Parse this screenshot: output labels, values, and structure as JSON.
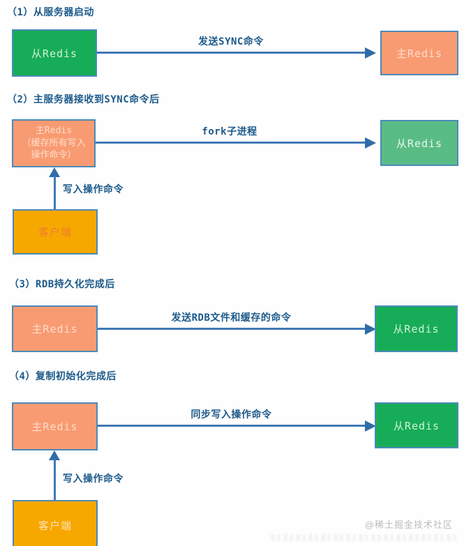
{
  "sections": [
    {
      "title": "（1）从服务器启动",
      "source": {
        "label": "从Redis",
        "role": "slave"
      },
      "target": {
        "label": "主Redis",
        "role": "master"
      },
      "arrow_label": "发送SYNC命令"
    },
    {
      "title": "（2）主服务器接收到SYNC命令后",
      "source": {
        "label": "主Redis\n（缓存所有写入\n操作命令）",
        "role": "master"
      },
      "target": {
        "label": "从Redis",
        "role": "slave"
      },
      "arrow_label": "fork子进程",
      "client": {
        "label": "客户端",
        "arrow_label": "写入操作命令"
      }
    },
    {
      "title": "（3）RDB持久化完成后",
      "source": {
        "label": "主Redis",
        "role": "master"
      },
      "target": {
        "label": "从Redis",
        "role": "slave"
      },
      "arrow_label": "发送RDB文件和缓存的命令"
    },
    {
      "title": "（4）复制初始化完成后",
      "source": {
        "label": "主Redis",
        "role": "master"
      },
      "target": {
        "label": "从Redis",
        "role": "slave"
      },
      "arrow_label": "同步写入操作命令",
      "client": {
        "label": "客户端",
        "arrow_label": "写入操作命令"
      }
    }
  ],
  "watermark": "@稀土掘金技术社区",
  "colors": {
    "slave_green": "#17ac57",
    "slave_green_muted": "#5abc85",
    "master_salmon": "#f89b72",
    "client_amber": "#f7a800",
    "border_blue": "#4a8ab8",
    "line_blue": "#4079b5",
    "label_blue": "#1d5a8a",
    "watermark_gray": "#bcbcbc"
  }
}
